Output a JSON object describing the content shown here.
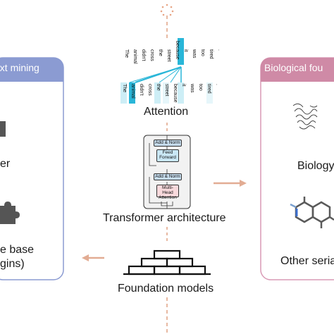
{
  "colors": {
    "left_panel_header": "#8b9bd2",
    "left_panel_border": "#8b9bd2",
    "right_panel_header": "#cf8aa6",
    "right_panel_border": "#d99ab5",
    "arrow": "#e8b9a2",
    "highlight_strong": "#29b6d8",
    "highlight_light": "#cdeef6",
    "add_norm": "#c6dced",
    "feed_forward": "#c9e7f5",
    "attention_block": "#f8d9dc"
  },
  "left_panel": {
    "title": "ext mining",
    "item1": "er",
    "item2_line1": "e base",
    "item2_line2": "gins)"
  },
  "right_panel": {
    "title": "Biological fou",
    "item1": "Biologу",
    "item2": "Other seria"
  },
  "attention": {
    "label": "Attention",
    "words": [
      "The",
      "animal",
      "didn't",
      "cross",
      "the",
      "street",
      "because",
      "it",
      "was",
      "too",
      "tired",
      "."
    ]
  },
  "transformer": {
    "label": "Transformer architecture",
    "add_norm_top": "Add & Norm",
    "feed_forward": "Feed Forward",
    "add_norm_bottom": "Add & Norm",
    "multi_head": "Multi-Head Attention"
  },
  "foundation": {
    "label": "Foundation models"
  },
  "icons": [
    "puzzle-icon",
    "protein-icon",
    "molecule-icon",
    "brick-wall-icon",
    "spark-icon"
  ]
}
